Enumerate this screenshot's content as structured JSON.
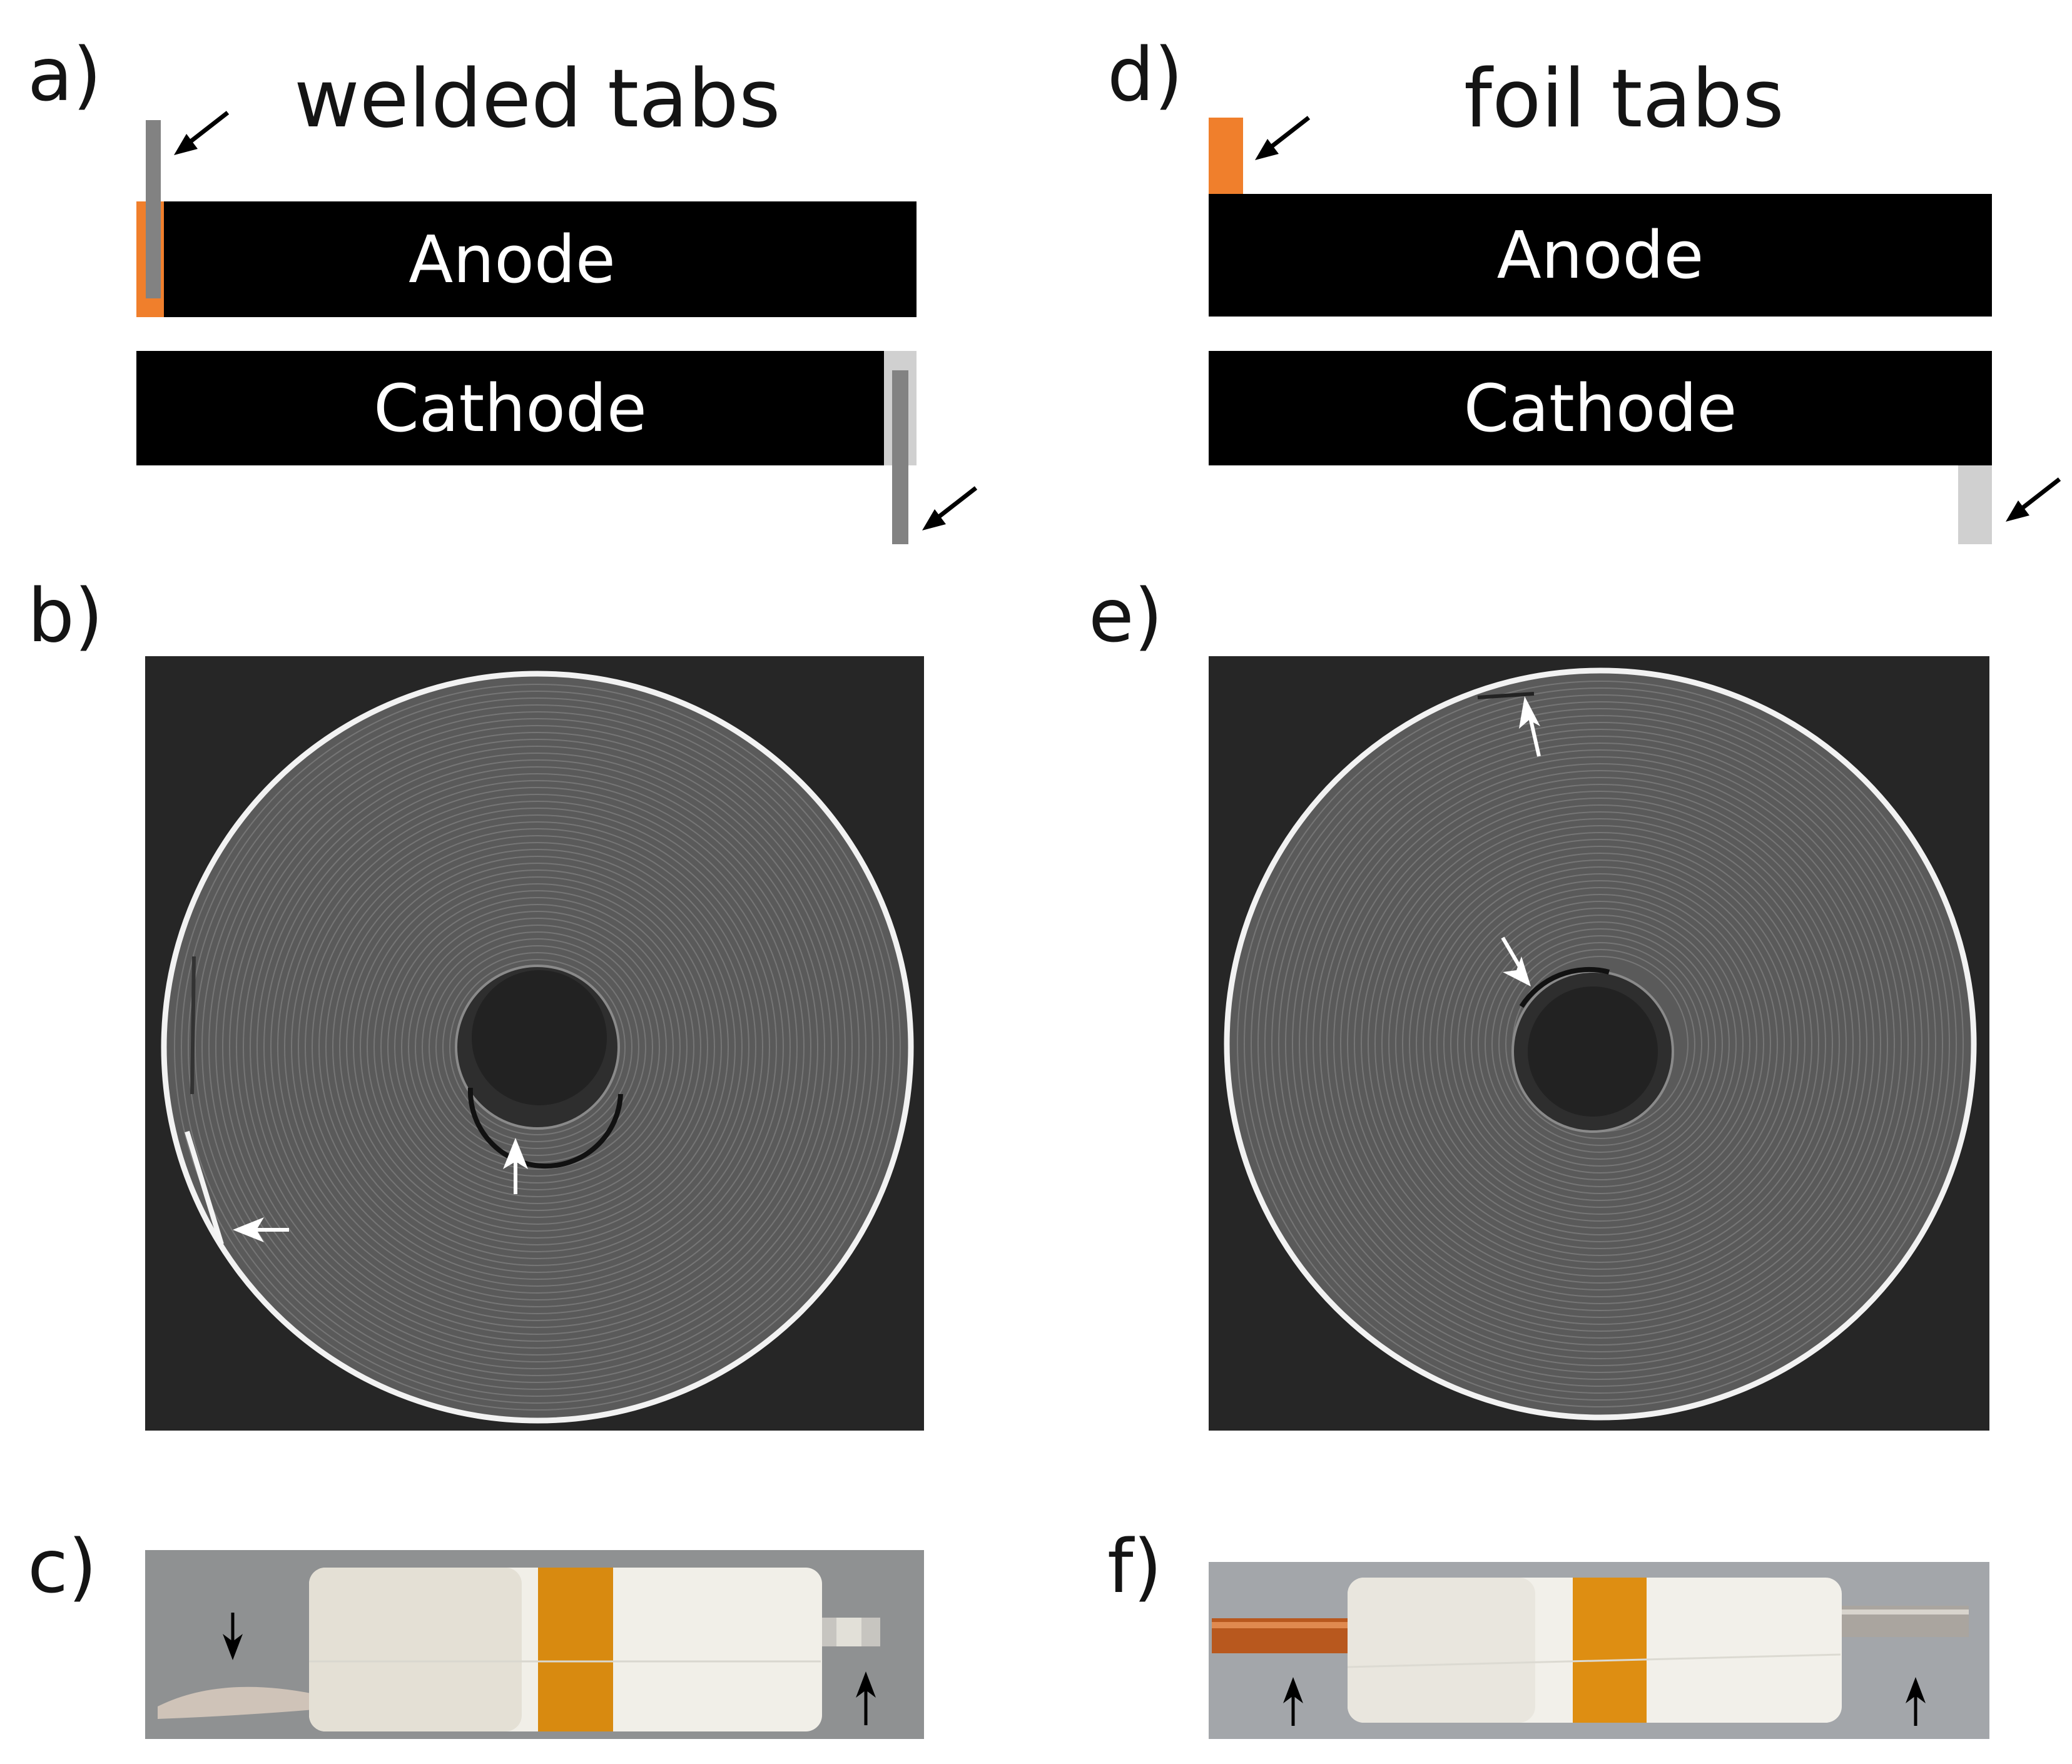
{
  "panels": {
    "a": {
      "label": "a)",
      "title": "welded tabs",
      "anode": "Anode",
      "cathode": "Cathode"
    },
    "b": {
      "label": "b)"
    },
    "c": {
      "label": "c)"
    },
    "d": {
      "label": "d)",
      "title": "foil tabs",
      "anode": "Anode",
      "cathode": "Cathode"
    },
    "e": {
      "label": "e)"
    },
    "f": {
      "label": "f)"
    }
  },
  "colors": {
    "electrode": "#000000",
    "copper_foil": "#f07f2c",
    "aluminum_foil": "#d0d0d0",
    "welded_tab": "#828282",
    "ct_background": "#262626",
    "kapton_tape": "#d88a10",
    "copper_tab_photo": "#b8581e"
  },
  "icons": [
    "arrow-icon"
  ]
}
